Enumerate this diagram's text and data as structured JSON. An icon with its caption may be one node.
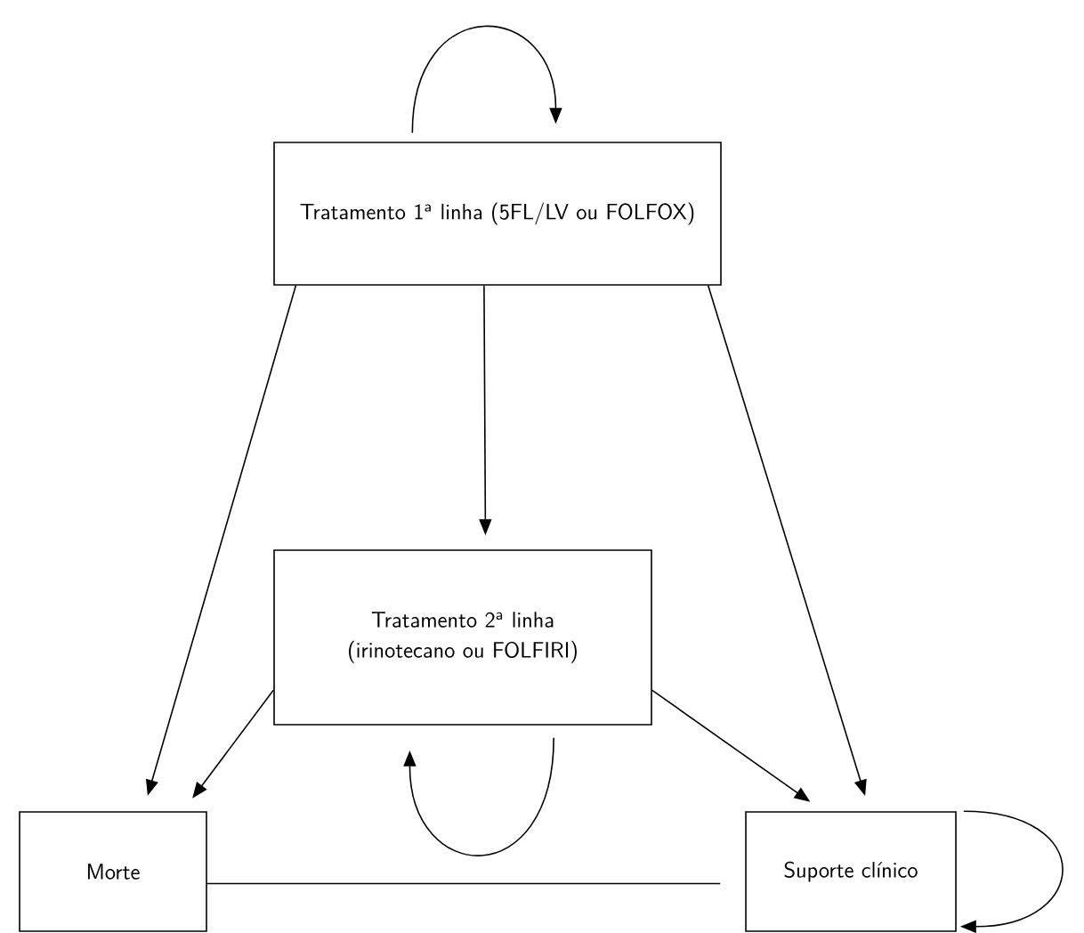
{
  "diagram": {
    "nodes": [
      {
        "text": [
          "Tratamento 1$^{a}$ linha (5FL/LV ou FOLFOX)"
        ]
      },
      {
        "text": [
          "Tratamento 2$^{a}$ linha (irinotecano ou FOLFIRI)"
        ]
      },
      {
        "text": [
          "Morte"
        ]
      },
      {
        "text": [
          "Suporte clínico"
        ]
      }
    ],
    "edges": [
      {
        "from": 0,
        "to": 0,
        "arrow": "to"
      },
      {
        "from": 0,
        "to": 1,
        "arrow": "to"
      },
      {
        "from": 0,
        "to": 2,
        "arrow": "to"
      },
      {
        "from": 0,
        "to": 3,
        "arrow": "to"
      },
      {
        "from": 1,
        "to": 2,
        "arrow": "to"
      },
      {
        "from": 1,
        "to": 3,
        "arrow": "to"
      },
      {
        "from": 1,
        "to": 1,
        "arrow": "to"
      },
      {
        "from": 3,
        "to": 3,
        "arrow": "to"
      },
      {
        "from": 2,
        "to": 3,
        "arrow": "none"
      }
    ]
  }
}
